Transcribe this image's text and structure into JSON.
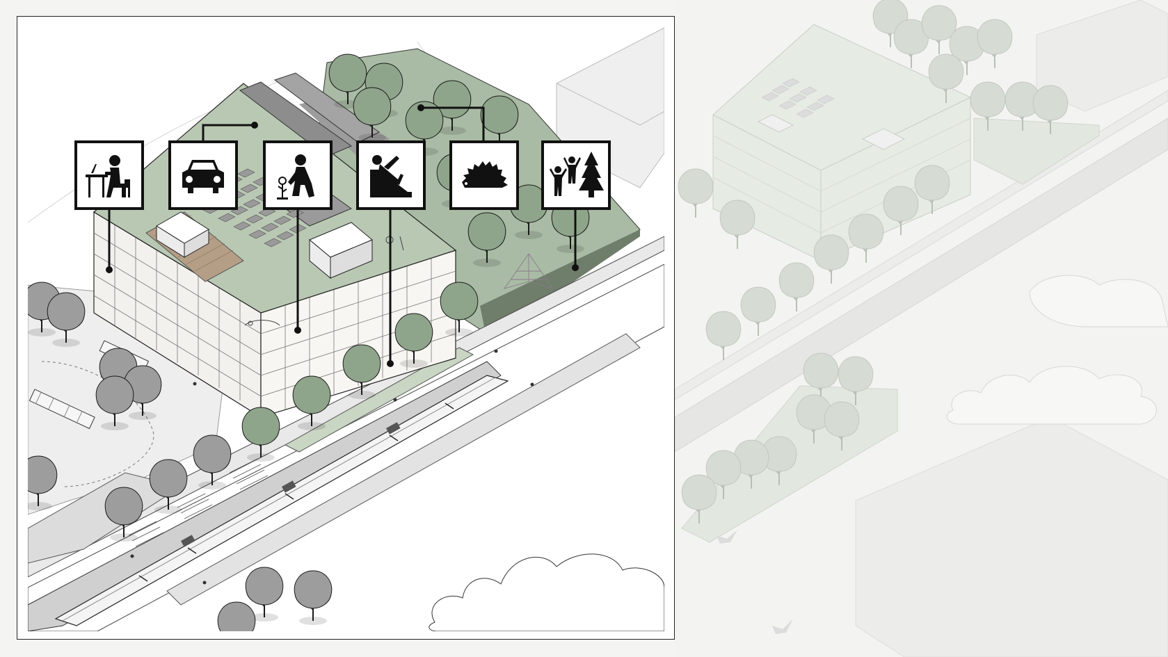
{
  "diagram": {
    "view": "isometric site plan",
    "focus_panel": "left detailed view with pictogram callouts",
    "context_panel": "right faded overview of the same site",
    "colors": {
      "background": "#f4f5f3",
      "green_roof": "#b9c8b3",
      "park_green": "#a9bba4",
      "tree_green": "#8fa58b",
      "tree_grey": "#9d9d9d",
      "paving": "#dcdcdc",
      "line": "#1a1a1a",
      "faded_context": "#e4e7e2"
    }
  },
  "pictograms": [
    {
      "id": "coworking",
      "icon": "person-working-at-desk-icon",
      "meaning": "office / workplace"
    },
    {
      "id": "parking",
      "icon": "car-parking-icon",
      "meaning": "parking garage"
    },
    {
      "id": "gardening",
      "icon": "person-planting-icon",
      "meaning": "urban gardening"
    },
    {
      "id": "playground",
      "icon": "child-on-slide-icon",
      "meaning": "play area"
    },
    {
      "id": "biodiversity",
      "icon": "hedgehog-icon",
      "meaning": "habitat for wildlife"
    },
    {
      "id": "recreation",
      "icon": "people-and-tree-icon",
      "meaning": "park / recreation"
    }
  ]
}
